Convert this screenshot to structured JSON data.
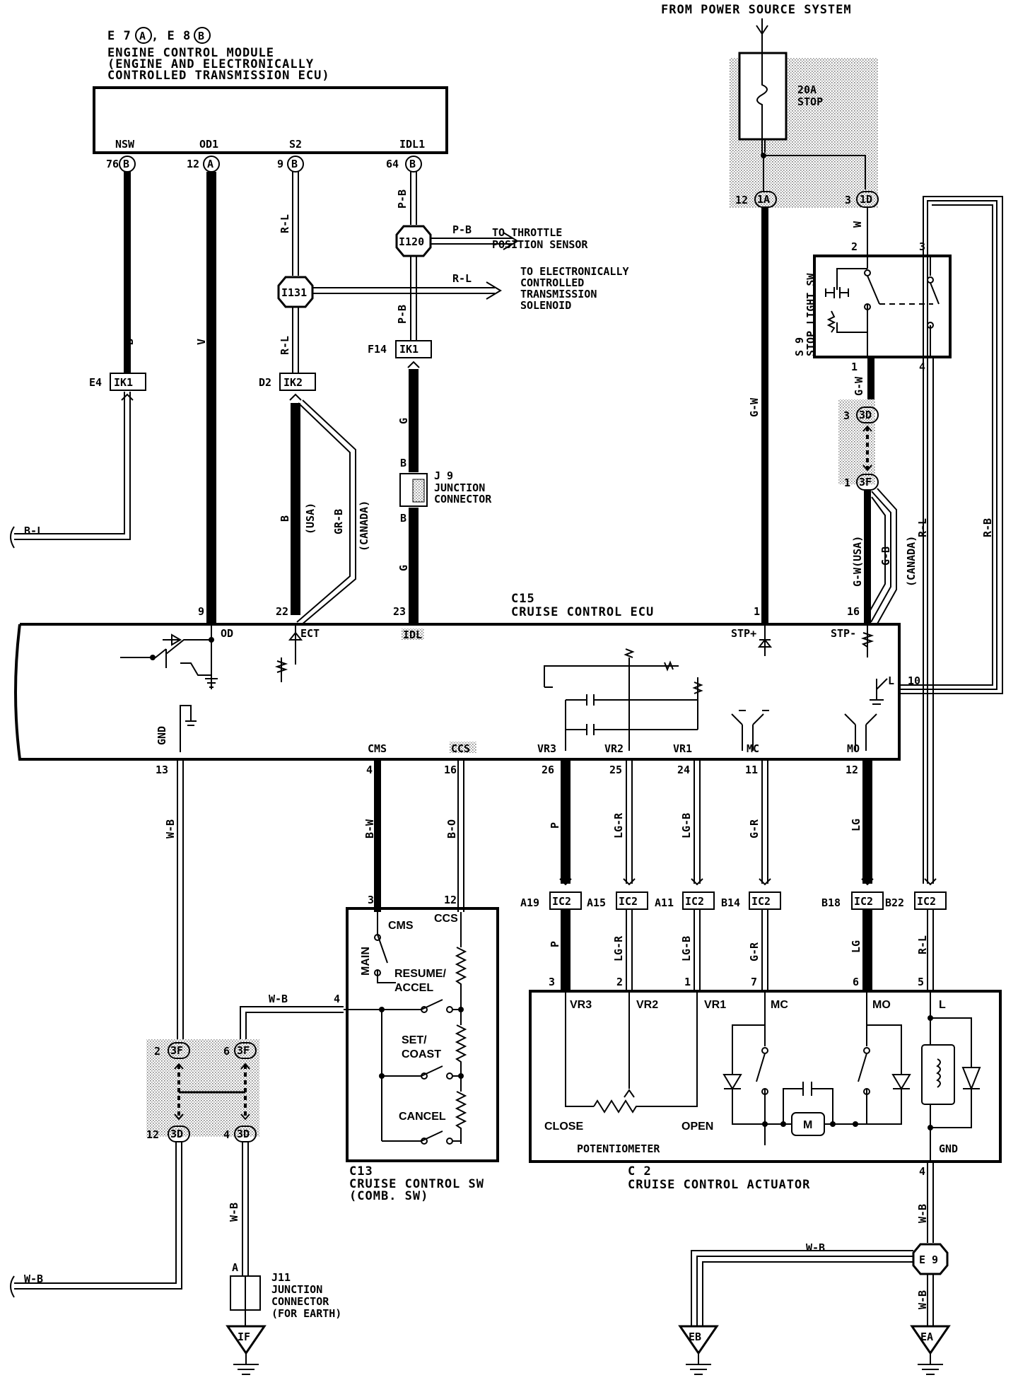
{
  "header": {
    "power_source": "FROM POWER SOURCE SYSTEM",
    "ecm_ref": "E 7",
    "ecm_ref_a": "A",
    "ecm_ref_sep": ", E 8",
    "ecm_ref_b": "B",
    "ecm_title_1": "ENGINE CONTROL MODULE",
    "ecm_title_2": "(ENGINE AND ELECTRONICALLY",
    "ecm_title_3": "CONTROLLED TRANSMISSION ECU)"
  },
  "ecm_terminals": [
    {
      "name": "NSW",
      "pin": "76",
      "conn": "B"
    },
    {
      "name": "OD1",
      "pin": "12",
      "conn": "A"
    },
    {
      "name": "S2",
      "pin": "9",
      "conn": "B"
    },
    {
      "name": "IDL1",
      "pin": "64",
      "conn": "B"
    }
  ],
  "fuse": {
    "rating": "20A",
    "name": "STOP",
    "pin_left": "12",
    "conn_left": "1A",
    "pin_right": "3",
    "conn_right": "1D"
  },
  "stop_light_sw": {
    "ref": "S 9",
    "name": "STOP LIGHT SW",
    "pins": [
      "2",
      "3",
      "1",
      "4"
    ]
  },
  "splices": {
    "i120": "I120",
    "i131": "I131",
    "e9": "E 9"
  },
  "destinations": {
    "throttle_1": "TO THROTTLE",
    "throttle_2": "POSITION SENSOR",
    "ect_1": "TO ELECTRONICALLY",
    "ect_2": "CONTROLLED",
    "ect_3": "TRANSMISSION",
    "ect_4": "SOLENOID"
  },
  "connectors": {
    "e4": "E4",
    "ik1": "IK1",
    "d2": "D2",
    "ik2": "IK2",
    "f14": "F14",
    "ik1b": "IK1",
    "j9_ref": "J 9",
    "j9_1": "JUNCTION",
    "j9_2": "CONNECTOR",
    "j11_ref": "J11",
    "j11_1": "JUNCTION",
    "j11_2": "CONNECTOR",
    "j11_3": "(FOR EARTH)",
    "j11_pin": "A",
    "c3d_top": "3D",
    "c3d_top_pin": "3",
    "c3f_top": "3F",
    "c3f_top_pin": "1",
    "c3f_a": "3F",
    "c3f_a_pin": "2",
    "c3f_b": "3F",
    "c3f_b_pin": "6",
    "c3d_a": "3D",
    "c3d_a_pin": "12",
    "c3d_b": "3D",
    "c3d_b_pin": "4",
    "ic2": "IC2"
  },
  "ic2_pins": [
    "A19",
    "A15",
    "A11",
    "B14",
    "B18",
    "B22"
  ],
  "wire_colors": {
    "b": "B",
    "v": "V",
    "rl": "R-L",
    "pb": "P-B",
    "g": "G",
    "b2": "B",
    "gr_b": "GR-B",
    "usa": "(USA)",
    "canada": "(CANADA)",
    "gw": "G-W",
    "w": "W",
    "rb": "R-B",
    "gw_usa": "G-W(USA)",
    "g_b": "G-B",
    "bl": "B-L",
    "wb": "W-B",
    "bw": "B-W",
    "bo": "B-O",
    "p": "P",
    "lgr": "LG-R",
    "lgb": "LG-B",
    "gr": "G-R",
    "lg": "LG"
  },
  "cruise_ecu": {
    "ref": "C15",
    "name": "CRUISE CONTROL ECU",
    "top_pins": [
      {
        "pin": "9",
        "term": "OD"
      },
      {
        "pin": "22",
        "term": "ECT"
      },
      {
        "pin": "23",
        "term": "IDL"
      },
      {
        "pin": "1",
        "term": "STP+"
      },
      {
        "pin": "16",
        "term": "STP-"
      }
    ],
    "side_pin": "10",
    "side_term": "L",
    "bottom_pins": [
      {
        "pin": "13",
        "term": "GND"
      },
      {
        "pin": "4",
        "term": "CMS"
      },
      {
        "pin": "16",
        "term": "CCS"
      },
      {
        "pin": "26",
        "term": "VR3"
      },
      {
        "pin": "25",
        "term": "VR2"
      },
      {
        "pin": "24",
        "term": "VR1"
      },
      {
        "pin": "11",
        "term": "MC"
      },
      {
        "pin": "12",
        "term": "MO"
      }
    ]
  },
  "cruise_sw": {
    "ref": "C13",
    "name": "CRUISE CONTROL SW",
    "sub": "(COMB. SW)",
    "pin_cms": "3",
    "pin_ccs": "12",
    "pin_side": "4",
    "cms": "CMS",
    "ccs": "CCS",
    "main": "MAIN",
    "resume_1": "RESUME/",
    "resume_2": "ACCEL",
    "set_1": "SET/",
    "set_2": "COAST",
    "cancel": "CANCEL"
  },
  "actuator": {
    "ref": "C 2",
    "name": "CRUISE CONTROL ACTUATOR",
    "pins": [
      "3",
      "2",
      "1",
      "7",
      "6",
      "5"
    ],
    "terms": [
      "VR3",
      "VR2",
      "VR1",
      "MC",
      "MO",
      "L"
    ],
    "close": "CLOSE",
    "open": "OPEN",
    "pot": "POTENTIOMETER",
    "gnd": "GND",
    "gnd_pin": "4",
    "motor": "M"
  },
  "grounds": {
    "if": "IF",
    "eb": "EB",
    "ea": "EA"
  }
}
